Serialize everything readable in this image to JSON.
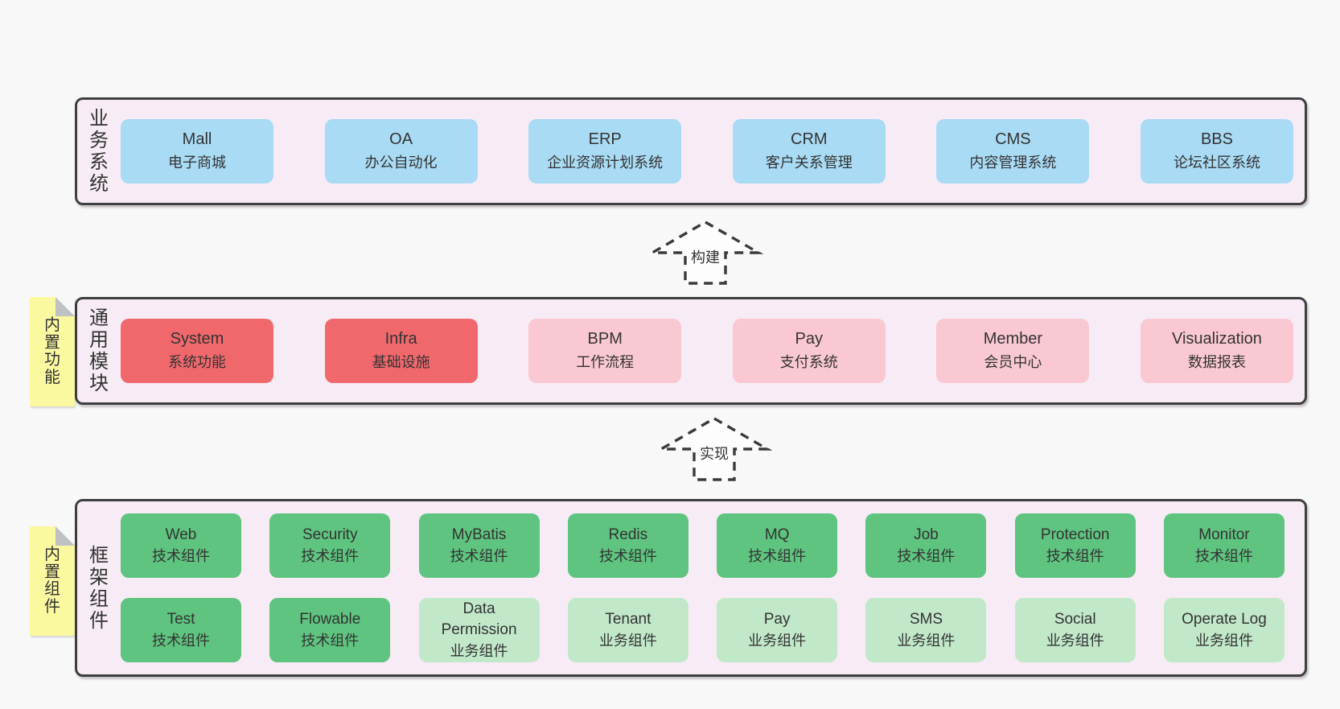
{
  "diagram": {
    "layers": [
      {
        "id": "business-systems",
        "side_label": "业务系统",
        "sticky_tab": null,
        "rows": [
          [
            {
              "name": "Mall",
              "desc": "电子商城",
              "variant": "blue"
            },
            {
              "name": "OA",
              "desc": "办公自动化",
              "variant": "blue"
            },
            {
              "name": "ERP",
              "desc": "企业资源计划系统",
              "variant": "blue"
            },
            {
              "name": "CRM",
              "desc": "客户关系管理",
              "variant": "blue"
            },
            {
              "name": "CMS",
              "desc": "内容管理系统",
              "variant": "blue"
            },
            {
              "name": "BBS",
              "desc": "论坛社区系统",
              "variant": "blue"
            }
          ]
        ]
      },
      {
        "id": "common-modules",
        "side_label": "通用模块",
        "sticky_tab": "内置功能",
        "rows": [
          [
            {
              "name": "System",
              "desc": "系统功能",
              "variant": "red"
            },
            {
              "name": "Infra",
              "desc": "基础设施",
              "variant": "red"
            },
            {
              "name": "BPM",
              "desc": "工作流程",
              "variant": "pink"
            },
            {
              "name": "Pay",
              "desc": "支付系统",
              "variant": "pink"
            },
            {
              "name": "Member",
              "desc": "会员中心",
              "variant": "pink"
            },
            {
              "name": "Visualization",
              "desc": "数据报表",
              "variant": "pink"
            }
          ]
        ]
      },
      {
        "id": "framework-components",
        "side_label": "框架组件",
        "sticky_tab": "内置组件",
        "rows": [
          [
            {
              "name": "Web",
              "desc": "技术组件",
              "variant": "green"
            },
            {
              "name": "Security",
              "desc": "技术组件",
              "variant": "green"
            },
            {
              "name": "MyBatis",
              "desc": "技术组件",
              "variant": "green"
            },
            {
              "name": "Redis",
              "desc": "技术组件",
              "variant": "green"
            },
            {
              "name": "MQ",
              "desc": "技术组件",
              "variant": "green"
            },
            {
              "name": "Job",
              "desc": "技术组件",
              "variant": "green"
            },
            {
              "name": "Protection",
              "desc": "技术组件",
              "variant": "green"
            },
            {
              "name": "Monitor",
              "desc": "技术组件",
              "variant": "green"
            }
          ],
          [
            {
              "name": "Test",
              "desc": "技术组件",
              "variant": "green"
            },
            {
              "name": "Flowable",
              "desc": "技术组件",
              "variant": "green"
            },
            {
              "name": "Data Permission",
              "desc": "业务组件",
              "variant": "light-green"
            },
            {
              "name": "Tenant",
              "desc": "业务组件",
              "variant": "light-green"
            },
            {
              "name": "Pay",
              "desc": "业务组件",
              "variant": "light-green"
            },
            {
              "name": "SMS",
              "desc": "业务组件",
              "variant": "light-green"
            },
            {
              "name": "Social",
              "desc": "业务组件",
              "variant": "light-green"
            },
            {
              "name": "Operate Log",
              "desc": "业务组件",
              "variant": "light-green"
            }
          ]
        ]
      }
    ],
    "arrows": [
      {
        "id": "build",
        "label": "构建"
      },
      {
        "id": "implement",
        "label": "实现"
      }
    ],
    "colors": {
      "blue": "#a9dbf4",
      "red": "#f1686c",
      "pink": "#fac8d2",
      "green": "#5ec47f",
      "light-green": "#c2e8ca",
      "container-fill": "#f7ecf5",
      "container-border": "#3f3f3f",
      "tab-yellow": "#fbf9a0",
      "tab-fold": "#bfc2c5",
      "text": "#333333",
      "page-background": "#f8f8f8"
    }
  }
}
